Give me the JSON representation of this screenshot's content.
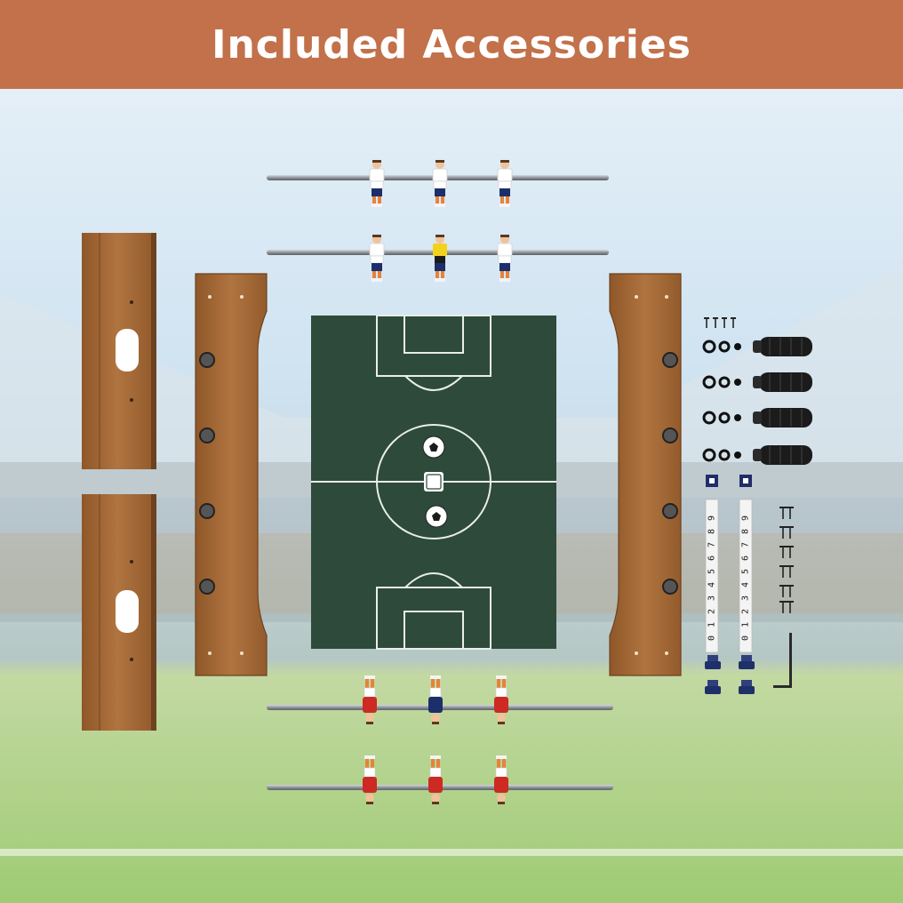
{
  "banner": {
    "title": "Included Accessories",
    "color": "#c2714a"
  },
  "colors": {
    "sky": "#d3e6f3",
    "grass": "#a3cf78",
    "field": "#2e4a3a",
    "wood": "#a56a36",
    "rod": "#9aa0a6",
    "team_white": "#ffffff",
    "team_red": "#cc2a22",
    "goalkeeper_yellow": "#f2d21c",
    "handle": "#1b1b1b",
    "bumper_blue": "#1f2f6a"
  },
  "score_digits": [
    "0",
    "1",
    "2",
    "3",
    "4",
    "5",
    "6",
    "7",
    "8",
    "9"
  ],
  "items": {
    "icons": [
      "wooden-leg-icon",
      "side-panel-icon",
      "playfield-icon",
      "soccer-ball-icon",
      "player-rod-icon",
      "handle-grip-icon",
      "washer-icon",
      "score-counter-icon",
      "screw-icon",
      "hex-key-icon",
      "rod-bumper-icon"
    ]
  }
}
